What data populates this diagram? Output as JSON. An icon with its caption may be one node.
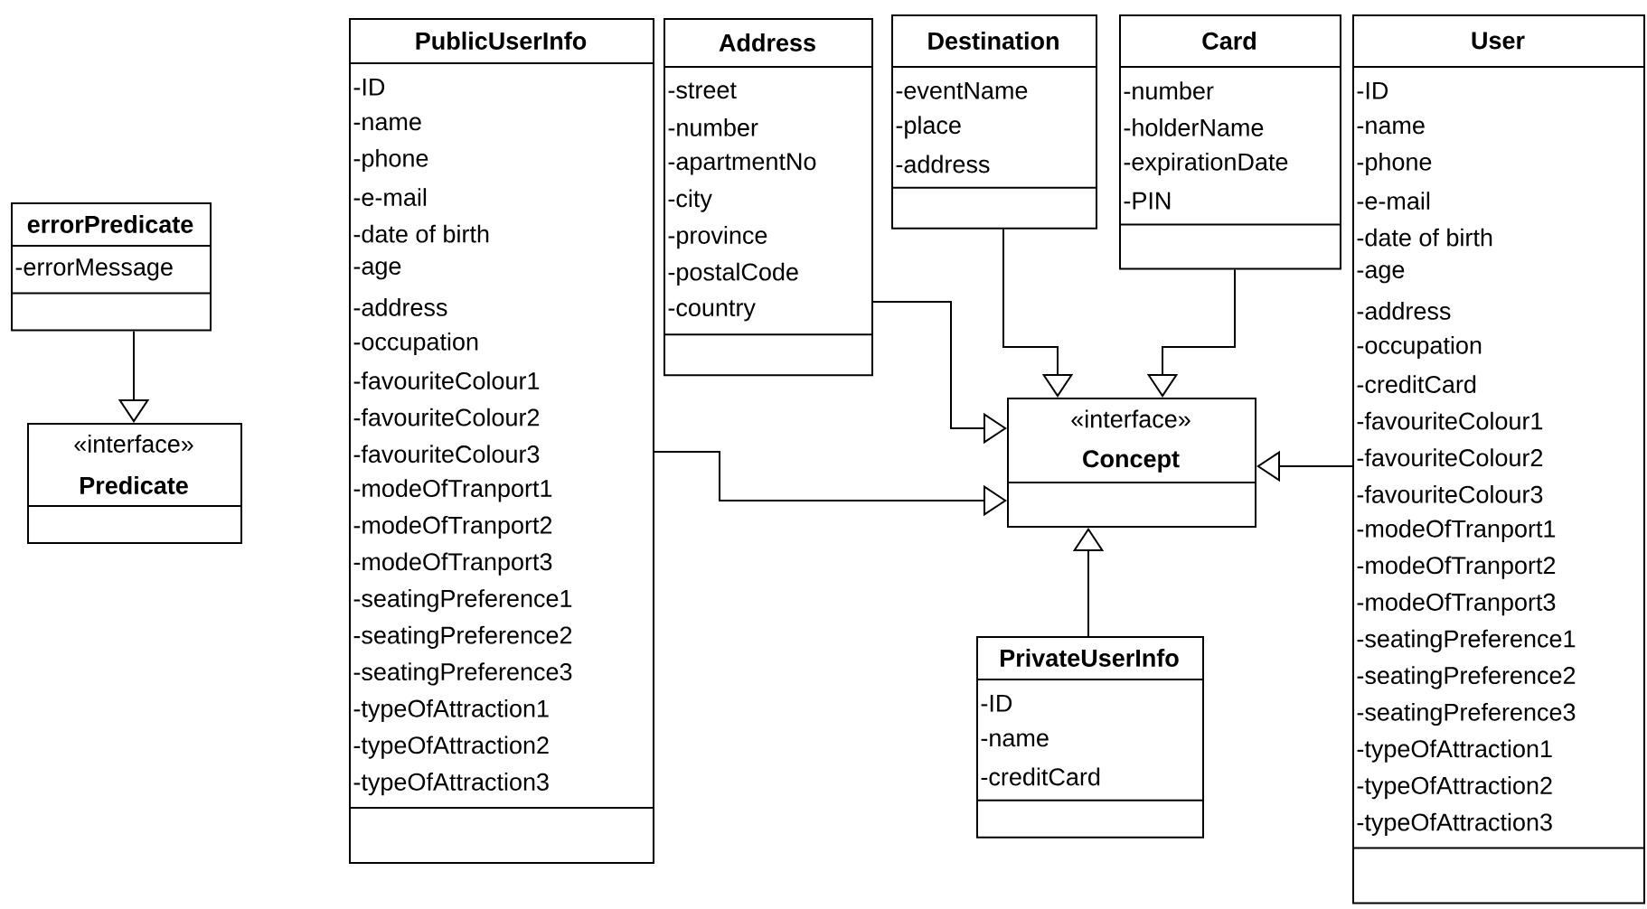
{
  "diagram": {
    "nodes": [
      {
        "text": [
          "errorPredicate",
          "-errorMessage"
        ]
      },
      {
        "text": [
          "«interface»",
          "Predicate"
        ]
      },
      {
        "text": [
          "PublicUserInfo",
          "-ID",
          "-name",
          "-phone",
          "-e-mail",
          "-date of birth",
          "-age",
          "-address",
          "-occupation",
          "-favouriteColour1",
          "-favouriteColour2",
          "-favouriteColour3",
          "-modeOfTranport1",
          "-modeOfTranport2",
          "-modeOfTranport3",
          "-seatingPreference1",
          "-seatingPreference2",
          "-seatingPreference3",
          "-typeOfAttraction1",
          "-typeOfAttraction2",
          "-typeOfAttraction3"
        ]
      },
      {
        "text": [
          "Address",
          "-street",
          "-number",
          "-apartmentNo",
          "-city",
          "-province",
          "-postalCode",
          "-country"
        ]
      },
      {
        "text": [
          "Destination",
          "-eventName",
          "-place",
          "-address"
        ]
      },
      {
        "text": [
          "Card",
          "-number",
          "-holderName",
          "-expirationDate",
          "-PIN"
        ]
      },
      {
        "text": [
          "User",
          "-ID",
          "-name",
          "-phone",
          "-e-mail",
          "-date of birth",
          "-age",
          "-address",
          "-occupation",
          "-creditCard",
          "-favouriteColour1",
          "-favouriteColour2",
          "-favouriteColour3",
          "-modeOfTranport1",
          "-modeOfTranport2",
          "-modeOfTranport3",
          "-seatingPreference1",
          "-seatingPreference2",
          "-seatingPreference3",
          "-typeOfAttraction1",
          "-typeOfAttraction2",
          "-typeOfAttraction3"
        ]
      },
      {
        "text": [
          "«interface»",
          "Concept"
        ]
      },
      {
        "text": [
          "PrivateUserInfo",
          "-ID",
          "-name",
          "-creditCard"
        ]
      }
    ],
    "edges": [
      {
        "from": 0,
        "to": 1,
        "arrow": "to"
      },
      {
        "from": 2,
        "to": 7,
        "arrow": "to"
      },
      {
        "from": 3,
        "to": 7,
        "arrow": "to"
      },
      {
        "from": 4,
        "to": 7,
        "arrow": "to"
      },
      {
        "from": 5,
        "to": 7,
        "arrow": "to"
      },
      {
        "from": 6,
        "to": 7,
        "arrow": "to"
      },
      {
        "from": 8,
        "to": 7,
        "arrow": "to"
      }
    ]
  }
}
